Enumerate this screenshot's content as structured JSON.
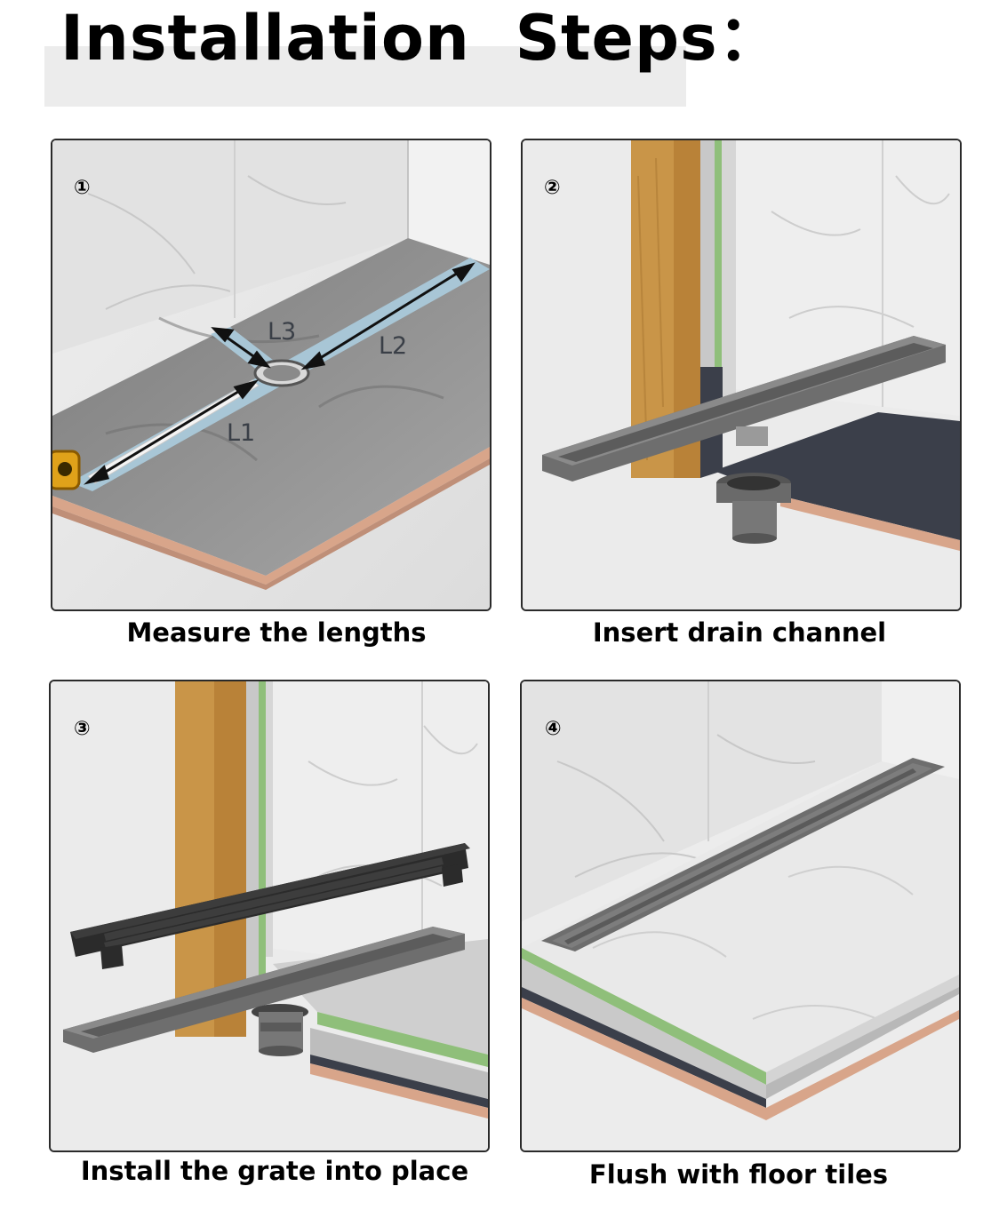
{
  "title": "Installation  Steps：",
  "steps": [
    {
      "number": "①",
      "caption": "Measure the lengths",
      "labels": {
        "l1": "L1",
        "l2": "L2",
        "l3": "L3"
      }
    },
    {
      "number": "②",
      "caption": "Insert drain channel"
    },
    {
      "number": "③",
      "caption": "Install the grate into place"
    },
    {
      "number": "④",
      "caption": "Flush with floor tiles"
    }
  ],
  "colors": {
    "wall": "#e6e6e6",
    "floor_concrete": "#8f8f8f",
    "membrane_blue": "#a8c6d6",
    "channel_grey": "#6e6e6e",
    "grate_black": "#2b2b2b",
    "wood": "#c99548",
    "waterproof_green": "#8fbf7a",
    "dark_board": "#3b3f4a",
    "copper_edge": "#d8a58a"
  }
}
